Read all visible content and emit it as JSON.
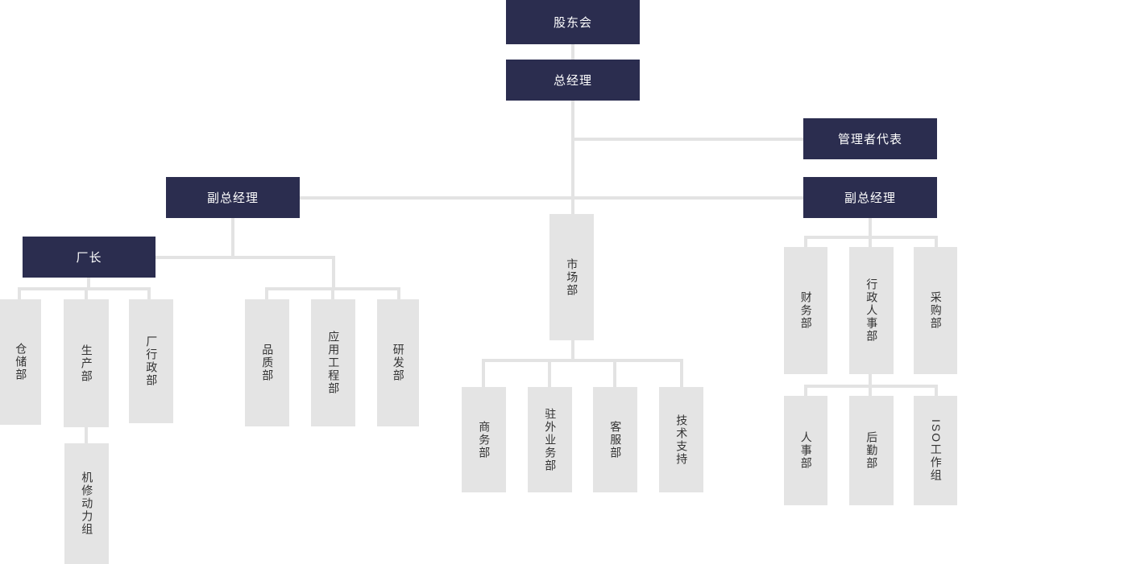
{
  "chart": {
    "kind": "organization-chart",
    "colors": {
      "executive_box": "#2b2d4f",
      "executive_text": "#ffffff",
      "department_box": "#e4e4e4",
      "department_text": "#333333",
      "connector_line": "#e3e3e3",
      "background": "#ffffff"
    },
    "nodes": {
      "shareholders": "股东会",
      "general_manager": "总经理",
      "management_representative": "管理者代表",
      "deputy_gm_left": "副总经理",
      "deputy_gm_right": "副总经理",
      "factory_director": "厂长",
      "marketing": "市场部",
      "warehouse": "仓储部",
      "production": "生产部",
      "factory_admin": "厂行政部",
      "maintenance_power": "机修动力组",
      "quality": "品质部",
      "application_engineering": "应用工程部",
      "rnd": "研发部",
      "business": "商务部",
      "field_sales": "驻外业务部",
      "customer_service": "客服部",
      "tech_support": "技术支持",
      "finance": "财务部",
      "admin_hr": "行政人事部",
      "purchasing": "采购部",
      "hr": "人事部",
      "logistics": "后勤部",
      "iso_team": "ISO工作组"
    }
  }
}
